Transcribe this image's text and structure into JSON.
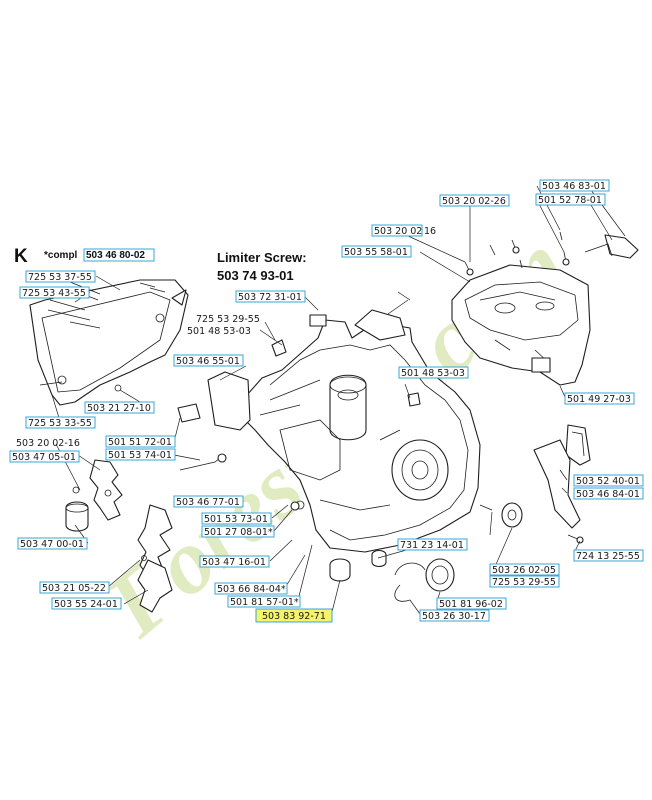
{
  "header": {
    "section": "K",
    "compl_label": "*compl",
    "compl_part": "503 46 80-02",
    "limiter_title": "Limiter Screw:",
    "limiter_part": "503 74 93-01"
  },
  "watermark": "Forestwin.com",
  "colors": {
    "box_border": "#3aa7d4",
    "highlight": "#f7f26a",
    "watermark": "#c9dc8f"
  },
  "labels": [
    {
      "id": "l1",
      "text": "725 53 37-55",
      "boxed": true
    },
    {
      "id": "l2",
      "text": "725 53 43-55",
      "boxed": true
    },
    {
      "id": "l3",
      "text": "725 53 33-55",
      "boxed": true
    },
    {
      "id": "l4",
      "text": "503 21 27-10",
      "boxed": true
    },
    {
      "id": "l5",
      "text": "503 20 02-16",
      "boxed": false
    },
    {
      "id": "l6",
      "text": "503 47 05-01",
      "boxed": true
    },
    {
      "id": "l7",
      "text": "503 47 00-01",
      "boxed": true
    },
    {
      "id": "l8",
      "text": "503 21 05-22",
      "boxed": true
    },
    {
      "id": "l9",
      "text": "503 55 24-01",
      "boxed": true
    },
    {
      "id": "l10",
      "text": "503 72 31-01",
      "boxed": true
    },
    {
      "id": "l11",
      "text": "725 53 29-55",
      "boxed": false
    },
    {
      "id": "l12",
      "text": "501 48 53-03",
      "boxed": false
    },
    {
      "id": "l13",
      "text": "503 46 55-01",
      "boxed": true
    },
    {
      "id": "l14",
      "text": "501 51 72-01",
      "boxed": true
    },
    {
      "id": "l15",
      "text": "501 53 74-01",
      "boxed": true
    },
    {
      "id": "l16",
      "text": "503 46 77-01",
      "boxed": true
    },
    {
      "id": "l17",
      "text": "501 53 73-01",
      "boxed": true
    },
    {
      "id": "l18",
      "text": "501 27 08-01*",
      "boxed": true
    },
    {
      "id": "l19",
      "text": "503 47 16-01",
      "boxed": true
    },
    {
      "id": "l20",
      "text": "503 66 84-04*",
      "boxed": true
    },
    {
      "id": "l21",
      "text": "501 81 57-01*",
      "boxed": true
    },
    {
      "id": "l22",
      "text": "503 83 92-71",
      "boxed": true,
      "highlight": true
    },
    {
      "id": "l23",
      "text": "503 20 02-26",
      "boxed": true
    },
    {
      "id": "l24",
      "text": "503 46 83-01",
      "boxed": true
    },
    {
      "id": "l25",
      "text": "501 52 78-01",
      "boxed": true
    },
    {
      "id": "l26",
      "text": "503 20 02",
      "boxed": true
    },
    {
      "id": "l26b",
      "text": "16",
      "boxed": false
    },
    {
      "id": "l27",
      "text": "503 55 58-01",
      "boxed": true
    },
    {
      "id": "l28",
      "text": "501 48 53-03",
      "boxed": true
    },
    {
      "id": "l29",
      "text": "501 49 27-03",
      "boxed": true
    },
    {
      "id": "l30",
      "text": "503 52 40-01",
      "boxed": true
    },
    {
      "id": "l31",
      "text": "503 46 84-01",
      "boxed": true
    },
    {
      "id": "l32",
      "text": "731 23 14-01",
      "boxed": true
    },
    {
      "id": "l33",
      "text": "503 26 02-05",
      "boxed": true
    },
    {
      "id": "l34",
      "text": "725 53 29-55",
      "boxed": true
    },
    {
      "id": "l35",
      "text": "724 13 25-55",
      "boxed": true
    },
    {
      "id": "l36",
      "text": "501 81 96-02",
      "boxed": true
    },
    {
      "id": "l37",
      "text": "503 26 30-17",
      "boxed": true
    }
  ]
}
